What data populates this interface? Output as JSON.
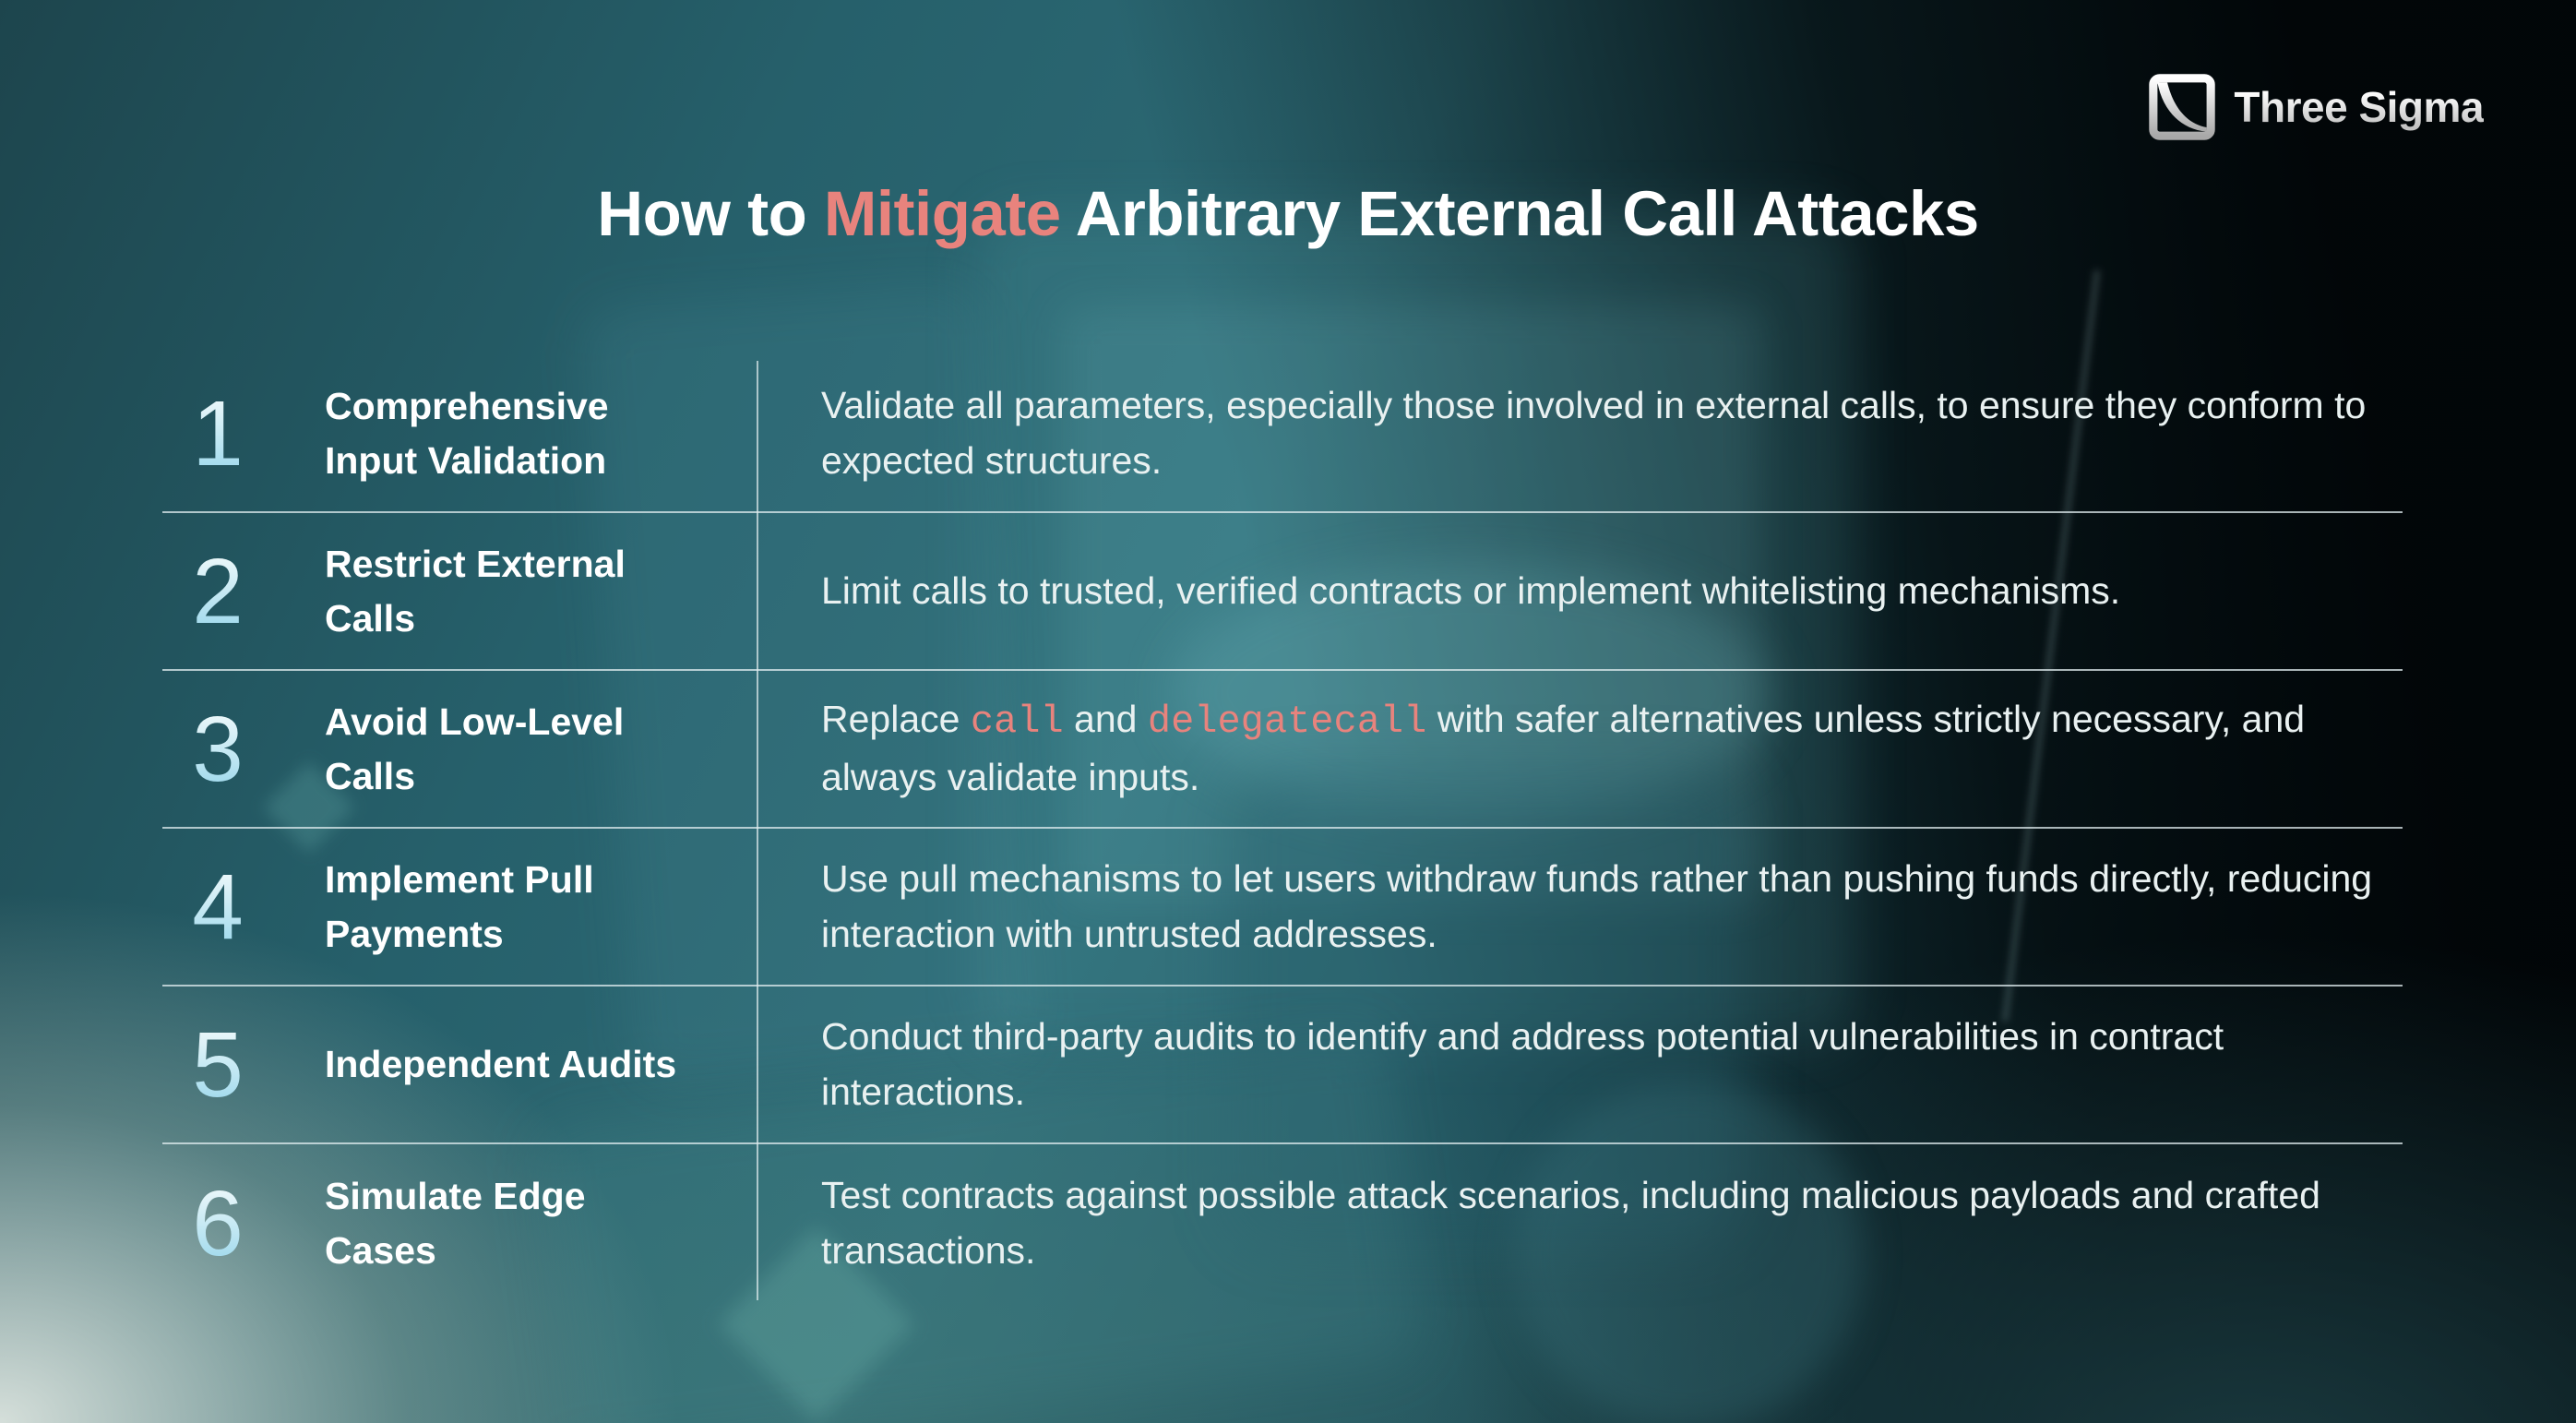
{
  "page": {
    "title_parts": [
      {
        "t": "How to ",
        "accent": false
      },
      {
        "t": "Mitigate",
        "accent": true
      },
      {
        "t": " Arbitrary External Call Attacks",
        "accent": false
      }
    ]
  },
  "logo": {
    "name": "Three Sigma",
    "icon": "three-sigma-decay-curve-icon"
  },
  "colors": {
    "accent_salmon": "#E8837D",
    "number_gradient_top": "#F2FAFB",
    "number_gradient_bottom": "#9CD8EC",
    "background_teal": "#2D6A75",
    "background_right": "#040B0E",
    "divider": "rgba(226,238,240,0.75)",
    "title_text": "#FFFFFF",
    "description_text": "#E9F1F1"
  },
  "table": {
    "rows": [
      {
        "number": "1",
        "title_lines": [
          "Comprehensive",
          "Input Validation"
        ],
        "desc_parts": [
          {
            "t": "Validate all parameters, especially those involved in external calls, to ensure they conform to expected structures.",
            "code": false
          }
        ]
      },
      {
        "number": "2",
        "title_lines": [
          "Restrict External Calls"
        ],
        "desc_parts": [
          {
            "t": "Limit calls to trusted, verified contracts or implement whitelisting mechanisms.",
            "code": false
          }
        ]
      },
      {
        "number": "3",
        "title_lines": [
          "Avoid Low-Level",
          "Calls"
        ],
        "desc_parts": [
          {
            "t": "Replace ",
            "code": false
          },
          {
            "t": "call",
            "code": true
          },
          {
            "t": " and ",
            "code": false
          },
          {
            "t": "delegatecall",
            "code": true
          },
          {
            "t": " with safer alternatives unless strictly necessary, and always validate inputs.",
            "code": false
          }
        ]
      },
      {
        "number": "4",
        "title_lines": [
          "Implement Pull",
          "Payments"
        ],
        "desc_parts": [
          {
            "t": "Use pull mechanisms to let users withdraw funds rather than pushing funds directly, reducing interaction with untrusted addresses.",
            "code": false
          }
        ]
      },
      {
        "number": "5",
        "title_lines": [
          "Independent Audits"
        ],
        "desc_parts": [
          {
            "t": "Conduct third-party audits to identify and address potential vulnerabilities in contract interactions.",
            "code": false
          }
        ]
      },
      {
        "number": "6",
        "title_lines": [
          "Simulate Edge",
          "Cases"
        ],
        "desc_parts": [
          {
            "t": "Test contracts against possible attack scenarios, including malicious payloads and crafted transactions.",
            "code": false
          }
        ]
      }
    ]
  }
}
